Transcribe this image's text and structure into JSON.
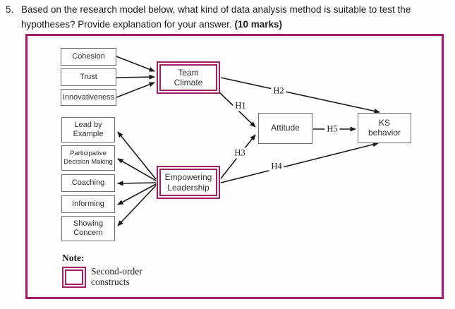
{
  "question": {
    "number": "5.",
    "line1": "Based on the research model below, what kind of data analysis method is suitable to test the",
    "line2_regular": "hypotheses? Provide explanation for your answer. ",
    "line2_bold": "(10 marks)"
  },
  "colors": {
    "accent": "#9E2063",
    "box_border": "#6f6f6f",
    "line": "#1a1a1a",
    "background": "#fdfdfc"
  },
  "model": {
    "team_climate_indicators": [
      {
        "label": "Cohesion"
      },
      {
        "label": "Trust"
      },
      {
        "label": "Innovativeness"
      }
    ],
    "leadership_indicators": [
      {
        "label": "Lead by Example"
      },
      {
        "label": "Participative Decision Making"
      },
      {
        "label": "Coaching"
      },
      {
        "label": "Informing"
      },
      {
        "label": "Showing Concern"
      }
    ],
    "constructs": {
      "team_climate": "Team Climate",
      "empowering_leadership": "Empowering Leadership",
      "mediator": "Attitude",
      "outcome": "KS behavior"
    },
    "hypotheses": {
      "h1": "H1",
      "h2": "H2",
      "h3": "H3",
      "h4": "H4",
      "h5": "H5"
    },
    "note": {
      "title": "Note:",
      "legend": "Second-order constructs"
    }
  }
}
